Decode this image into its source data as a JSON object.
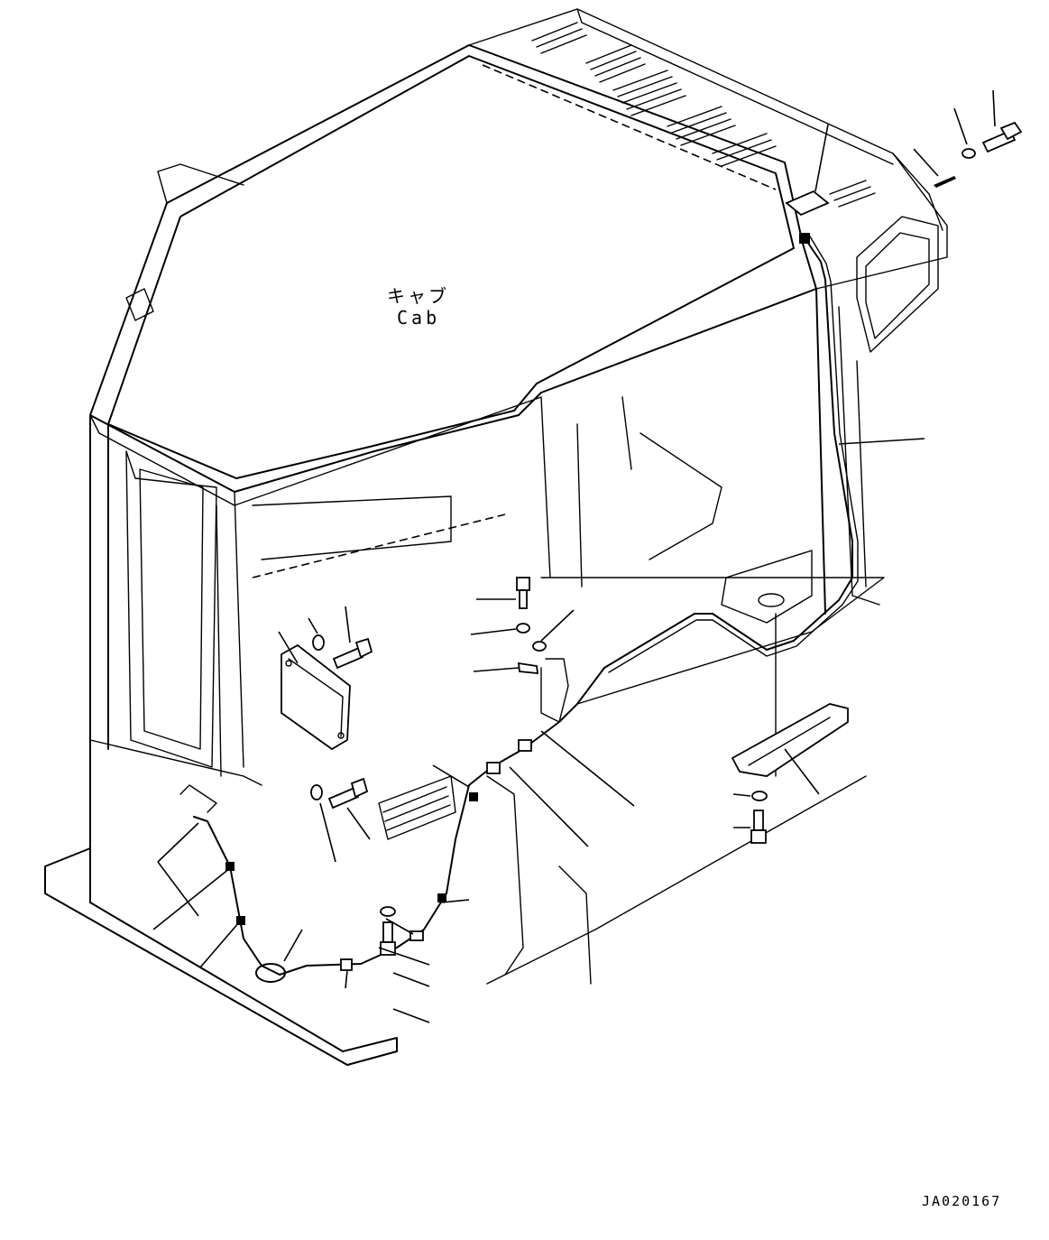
{
  "labels": {
    "cab_japanese": "キャブ",
    "cab_english": "Cab"
  },
  "drawing_number": "JA020167"
}
